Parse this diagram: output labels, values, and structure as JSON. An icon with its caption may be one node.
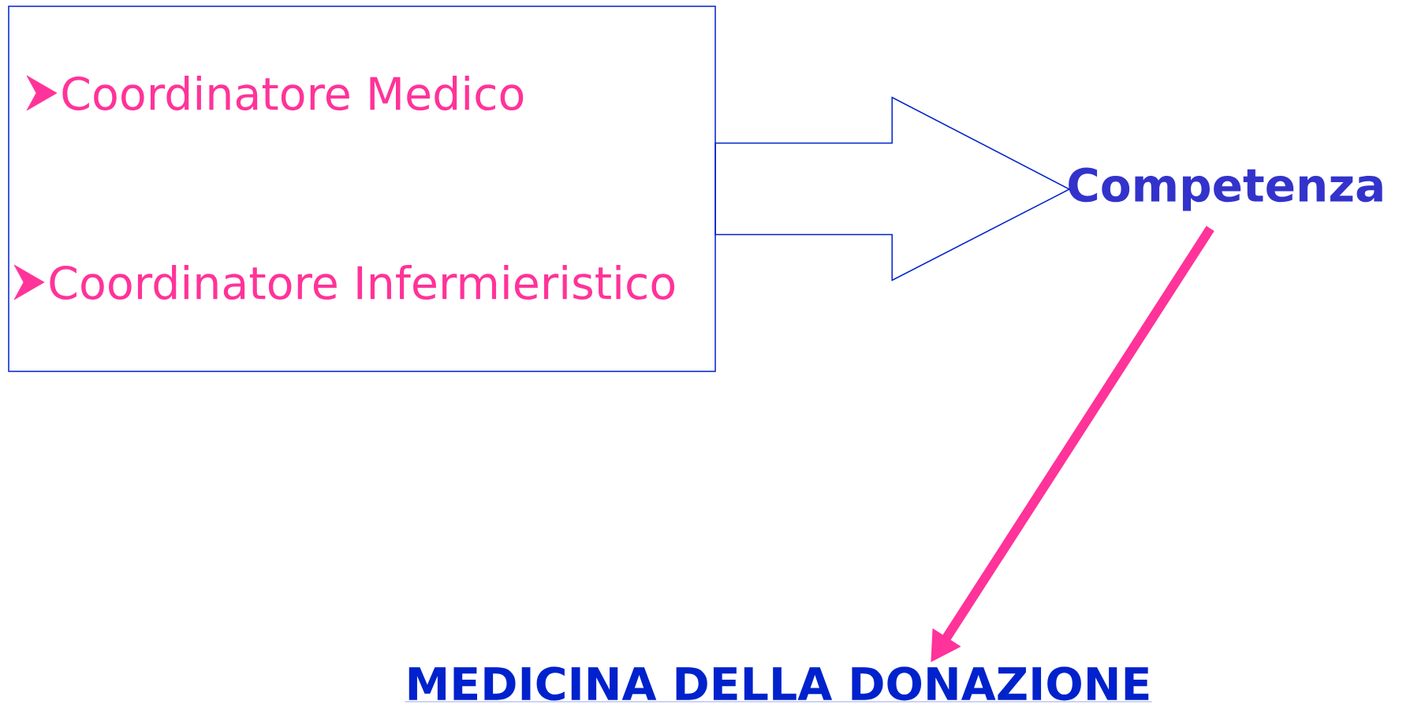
{
  "diagram": {
    "nodes": [
      {
        "text": [
          "Coordinatore Medico",
          "Coordinatore Infermieristico"
        ]
      },
      {
        "text": [
          "Competenza"
        ]
      },
      {
        "text": [
          "MEDICINA DELLA DONAZIONE"
        ]
      }
    ],
    "edges": [
      {
        "from": 0,
        "to": 1,
        "arrow": "to",
        "color": "#0022cc"
      },
      {
        "from": 1,
        "to": 2,
        "arrow": "to",
        "color": "#ff3399"
      }
    ]
  }
}
